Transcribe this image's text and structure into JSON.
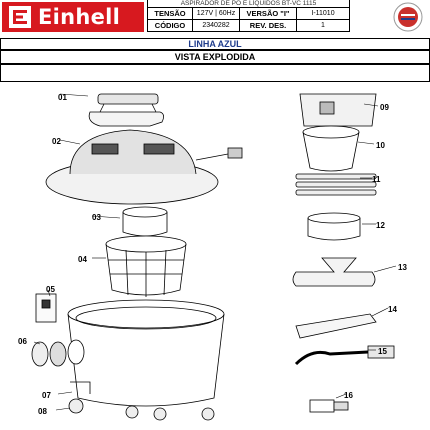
{
  "header": {
    "brand": "Einhell",
    "document_title": "ASPIRADOR DE PÓ E LÍQUIDOS BT-VC 1115",
    "rows": [
      {
        "label": "TENSÃO",
        "value": "127V | 60Hz",
        "label2": "VERSÃO \"I\"",
        "value2": "I-11010"
      },
      {
        "label": "CÓDIGO",
        "value": "2340282",
        "label2": "REV. DES.",
        "value2": "1"
      }
    ]
  },
  "bands": {
    "line": "LINHA AZUL",
    "view": "VISTA EXPLODIDA"
  },
  "part_labels": [
    "01",
    "02",
    "03",
    "04",
    "05",
    "06",
    "07",
    "08",
    "09",
    "10",
    "11",
    "12",
    "13",
    "14",
    "15",
    "16"
  ],
  "colors": {
    "brand_red": "#d7191f",
    "line_blue": "#1f3c8c"
  }
}
